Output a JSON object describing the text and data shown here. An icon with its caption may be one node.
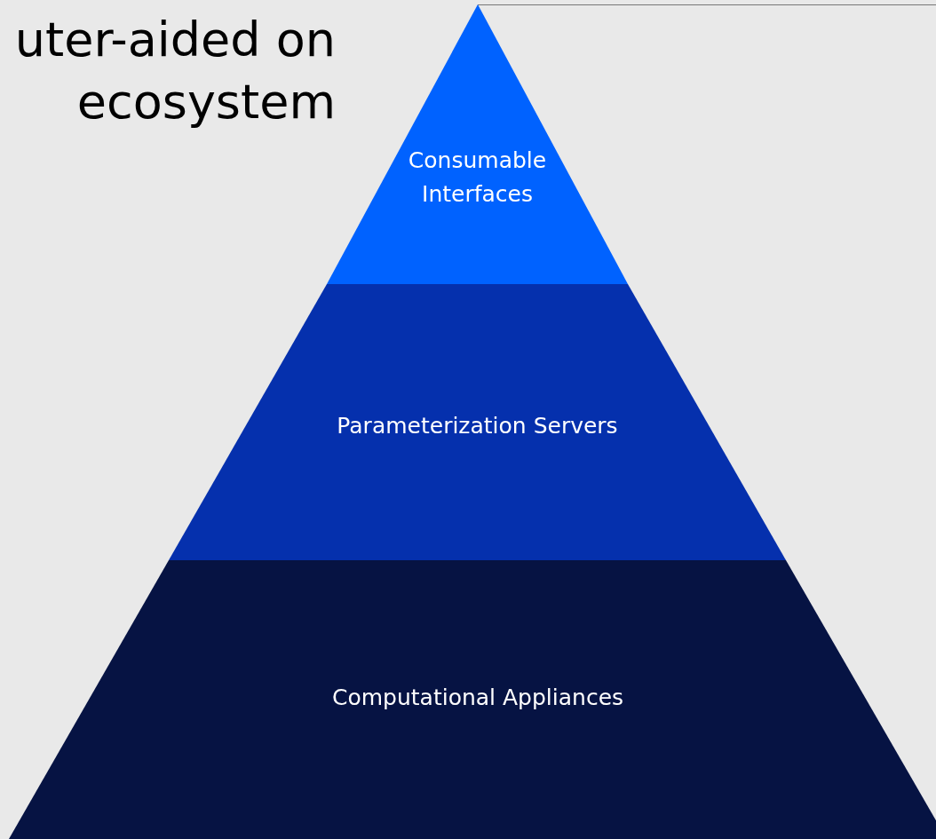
{
  "diagram": {
    "title": "uter-aided on ecosystem",
    "nodes": [
      {
        "text": [
          "Consumable Interfaces"
        ]
      },
      {
        "text": [
          "Parameterization Servers"
        ]
      },
      {
        "text": [
          "Computational Appliances"
        ]
      }
    ],
    "edges": []
  }
}
